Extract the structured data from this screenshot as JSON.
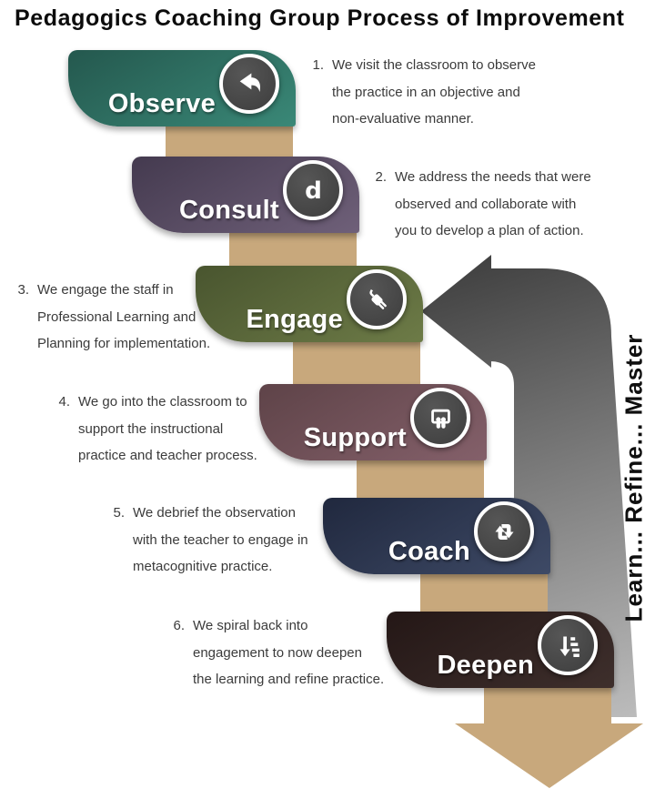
{
  "title": "Pedagogics Coaching Group Process of Improvement",
  "side_label": "Learn... Refine... Master",
  "steps": [
    {
      "label": "Observe",
      "number": "1.",
      "icon": "reply-arrow-icon",
      "lines": [
        "We visit the classroom to observe",
        "the practice in an objective and",
        "non-evaluative manner."
      ],
      "colors": {
        "start": "#24584e",
        "end": "#3a8877"
      }
    },
    {
      "label": "Consult",
      "number": "2.",
      "icon": "letter-d-icon",
      "lines": [
        "We address the needs that were",
        "observed and collaborate with",
        "you to develop a plan of action."
      ],
      "colors": {
        "start": "#443a4f",
        "end": "#6f6079"
      }
    },
    {
      "label": "Engage",
      "number": "3.",
      "icon": "plug-icon",
      "lines": [
        "We engage the staff in",
        "Professional Learning and",
        "Planning for implementation."
      ],
      "colors": {
        "start": "#49552f",
        "end": "#6d7b47"
      }
    },
    {
      "label": "Support",
      "number": "4.",
      "icon": "presentation-people-icon",
      "lines": [
        "We go into the classroom to",
        "support the instructional",
        "practice and teacher process."
      ],
      "colors": {
        "start": "#5e4348",
        "end": "#84606a"
      }
    },
    {
      "label": "Coach",
      "number": "5.",
      "icon": "cycle-arrows-icon",
      "lines": [
        "We debrief the observation",
        "with the teacher to engage in",
        "metacognitive practice."
      ],
      "colors": {
        "start": "#20283e",
        "end": "#3e4a66"
      }
    },
    {
      "label": "Deepen",
      "number": "6.",
      "icon": "sort-descending-icon",
      "lines": [
        "We spiral back into",
        "engagement to now deepen",
        "the learning and refine practice."
      ],
      "colors": {
        "start": "#241716",
        "end": "#3e2f2c"
      }
    }
  ],
  "colors": {
    "tan": "#c8a87c",
    "arrow_gradient": [
      "#424242",
      "#7d7d7d",
      "#c2c2c2"
    ],
    "text": "#3b3b3b",
    "title_text": "#0c0c0c"
  }
}
